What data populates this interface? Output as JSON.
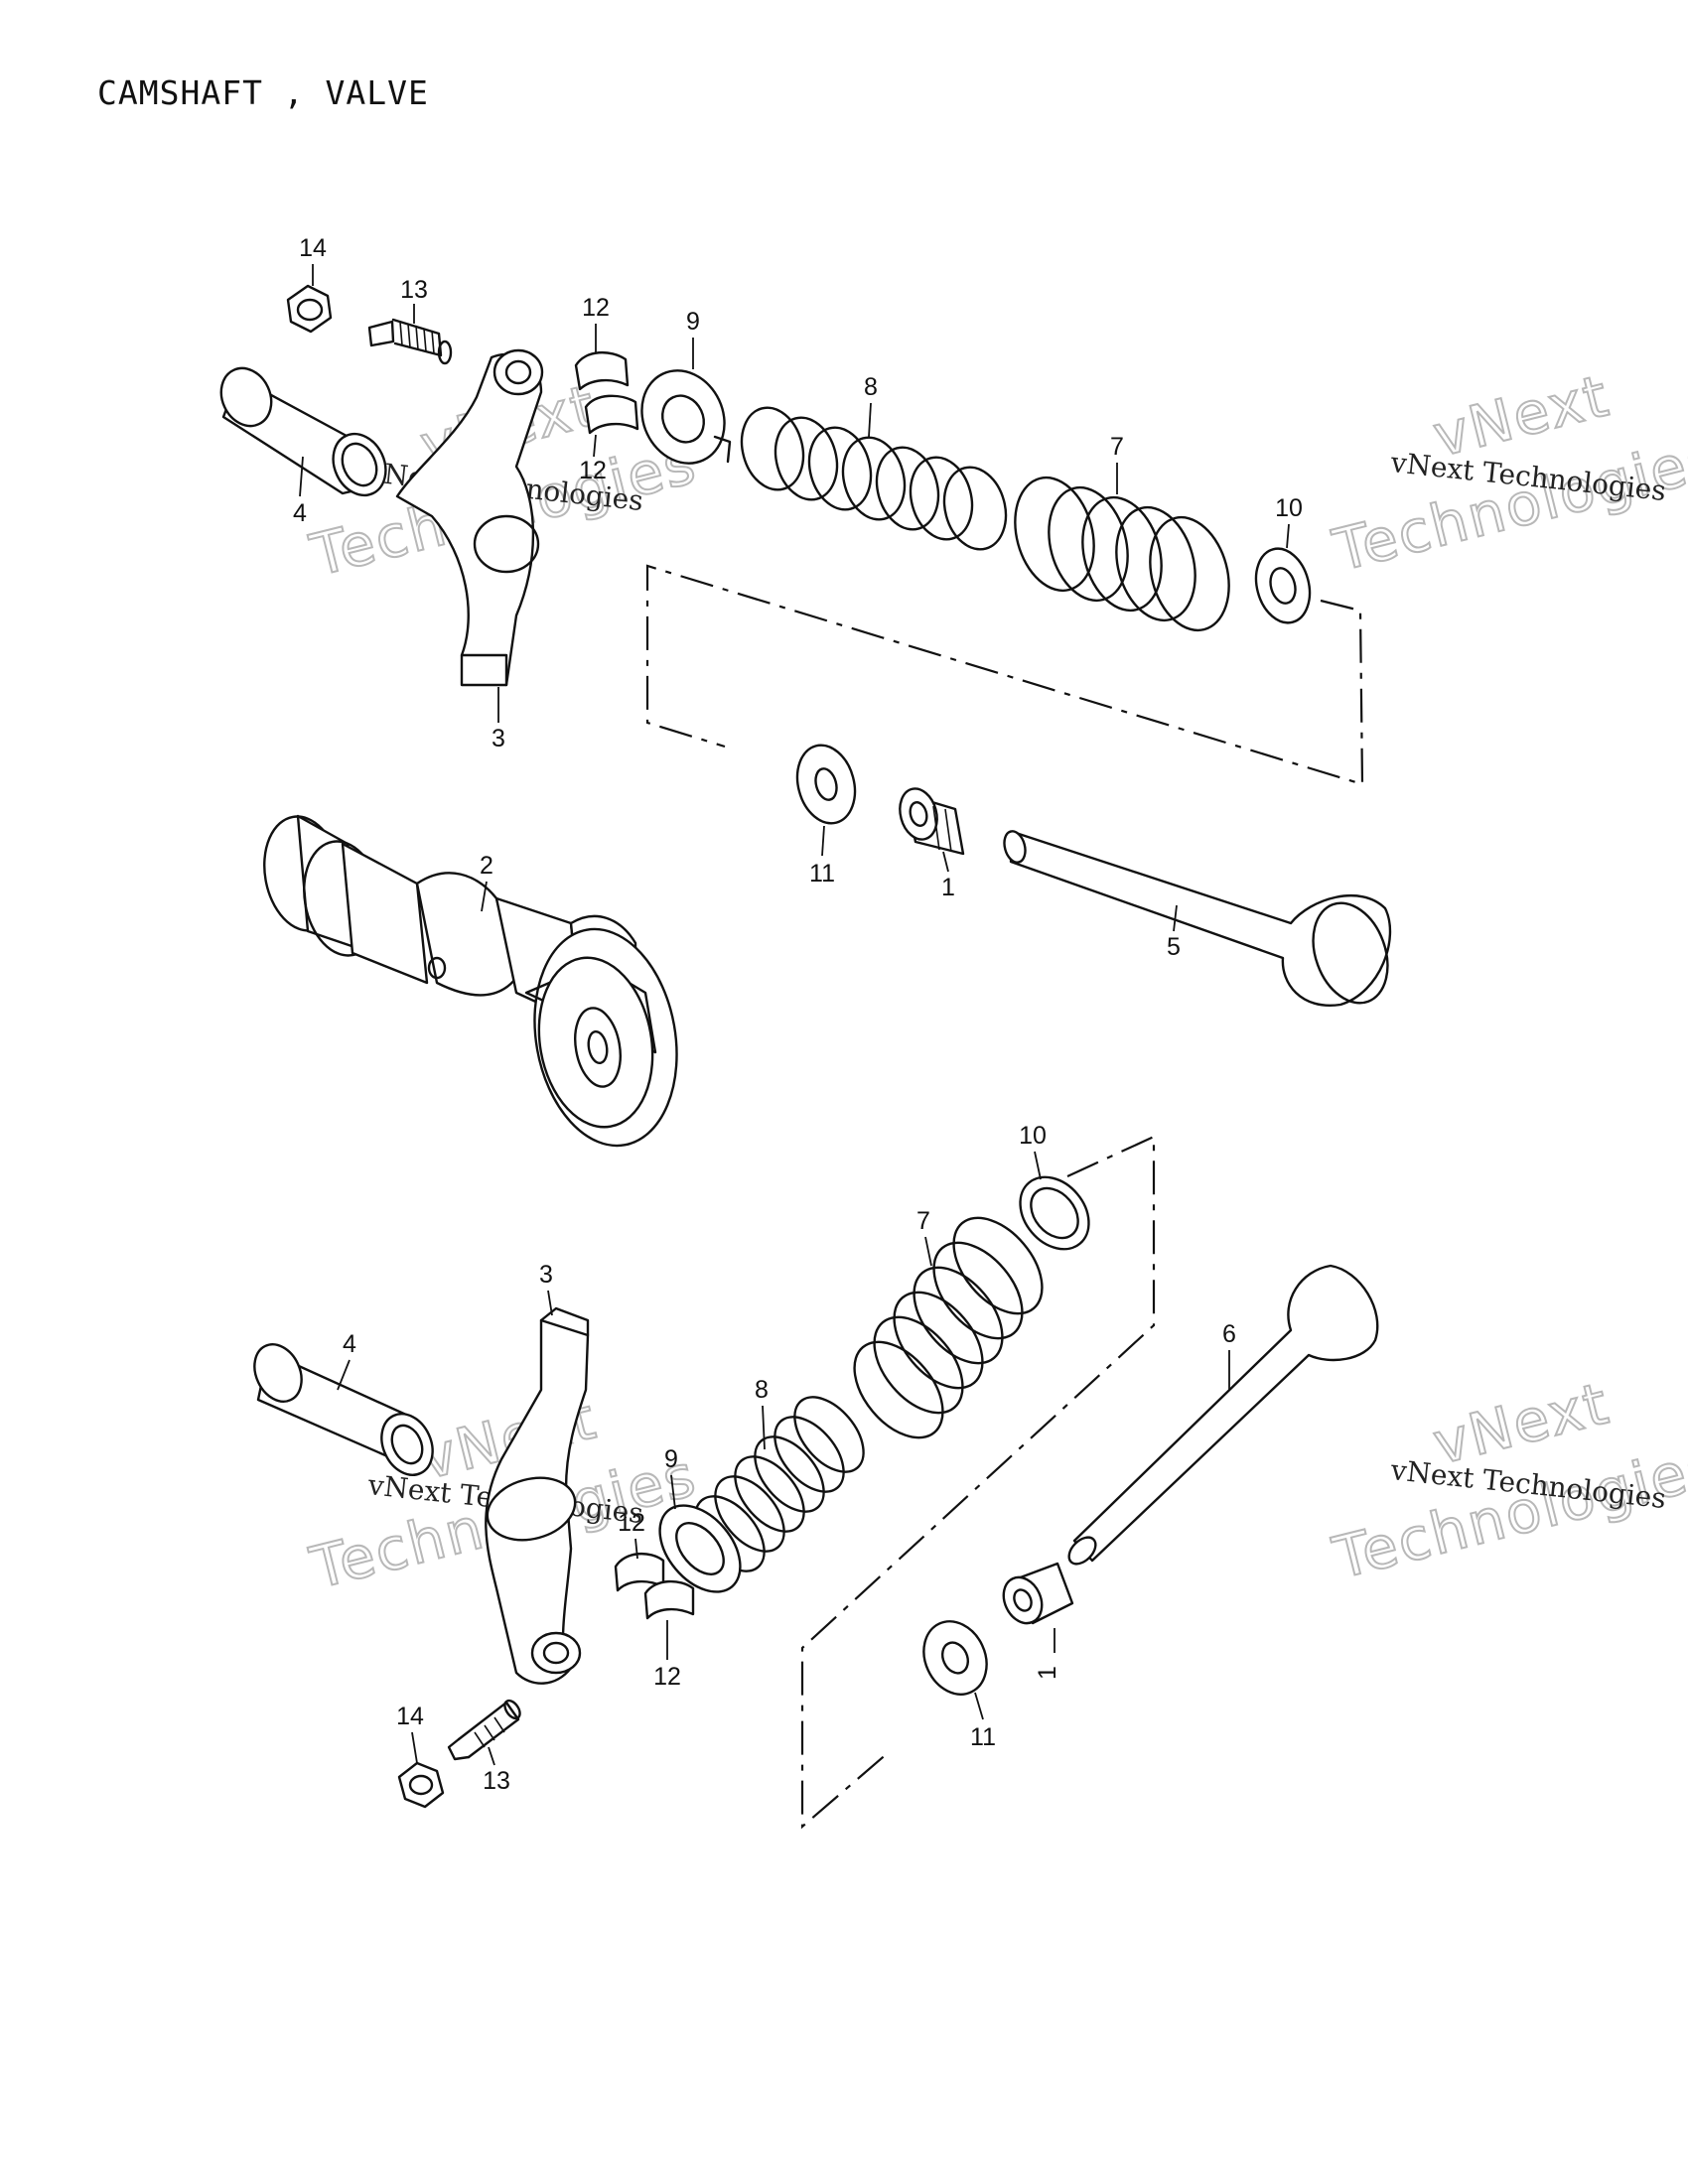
{
  "title": "CAMSHAFT , VALVE",
  "watermark": {
    "line1": "vNext Technologies",
    "line2": "vNext",
    "line3": "Technologies"
  },
  "callouts": {
    "top": [
      "14",
      "13",
      "12",
      "12",
      "9",
      "8",
      "7",
      "10",
      "4",
      "3",
      "2",
      "11",
      "1",
      "5"
    ],
    "bottom": [
      "10",
      "7",
      "3",
      "4",
      "8",
      "9",
      "12",
      "12",
      "6",
      "1",
      "11",
      "14",
      "13"
    ]
  }
}
